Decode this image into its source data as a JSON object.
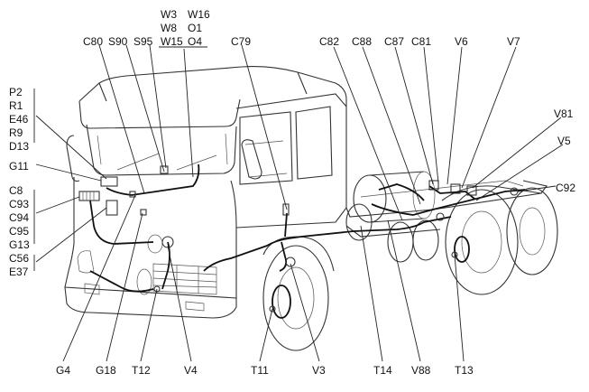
{
  "diagram": {
    "title": "Truck wiring harness component locations",
    "labels": {
      "P2": "P2",
      "R1": "R1",
      "E46": "E46",
      "R9": "R9",
      "D13": "D13",
      "G11": "G11",
      "C8": "C8",
      "C93": "C93",
      "C94": "C94",
      "C95": "C95",
      "G13": "G13",
      "C56": "C56",
      "E37": "E37",
      "W3": "W3",
      "W16": "W16",
      "W8": "W8",
      "O1": "O1",
      "W15": "W15",
      "O4": "O4",
      "C80": "C80",
      "S90": "S90",
      "S95": "S95",
      "C79": "C79",
      "C82": "C82",
      "C88": "C88",
      "C87": "C87",
      "C81": "C81",
      "V6": "V6",
      "V7": "V7",
      "V81": "V81",
      "V5": "V5",
      "C92": "C92",
      "G4": "G4",
      "G18": "G18",
      "T12": "T12",
      "V4": "V4",
      "T11": "T11",
      "V3": "V3",
      "T14": "T14",
      "V88": "V88",
      "T13": "T13"
    }
  }
}
